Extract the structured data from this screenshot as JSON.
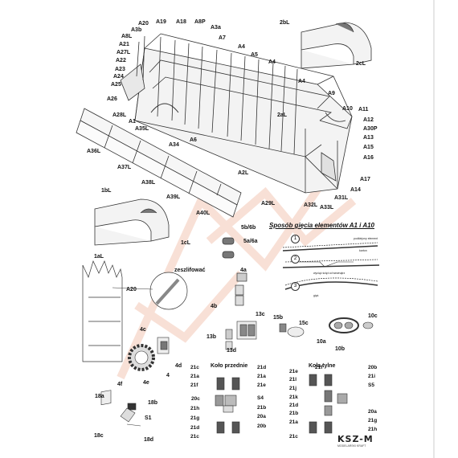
{
  "brand": {
    "logo_text": "KSZ-M",
    "logo_subtitle": "MODELARSKI KRAFT"
  },
  "colors": {
    "ink": "#333333",
    "watermark": "#f4c7b5",
    "paper": "#ffffff"
  },
  "bending_section": {
    "title": "Sposób gięcia elementów A1 i A10",
    "steps": [
      "1",
      "2",
      "3"
    ],
    "notes": {
      "bent_element": "podklejony element",
      "cardboard": "karton",
      "cut_note": "wyciąć ścięt od wewnątrz",
      "bend": "gięś"
    }
  },
  "bevel_label": "zeszlifować",
  "front_wheel_title": "Koło przednie",
  "rear_wheel_title": "Koła tylne",
  "labels": {
    "A20": "A20",
    "A19": "A19",
    "A18": "A18",
    "A8P": "A8P",
    "A3b": "A3b",
    "A8L": "A8L",
    "A3a": "A3a",
    "A21": "A21",
    "A7": "A7",
    "A27L": "A27L",
    "A22": "A22",
    "A4a": "A4",
    "A5": "A5",
    "A4b": "A4",
    "A23": "A23",
    "A24": "A24",
    "A25": "A25",
    "A4c": "A4",
    "A26": "A26",
    "A9": "A9",
    "A10": "A10",
    "A11": "A11",
    "A28L": "A28L",
    "A12": "A12",
    "A1": "A1",
    "A30P": "A30P",
    "A35L": "A35L",
    "A13": "A13",
    "A15": "A15",
    "A6": "A6",
    "A34": "A34",
    "A16": "A16",
    "A36L": "A36L",
    "A37L": "A37L",
    "A2L": "A2L",
    "A17": "A17",
    "A38L": "A38L",
    "A14": "A14",
    "A39L": "A39L",
    "A31L": "A31L",
    "A29L": "A29L",
    "A32L": "A32L",
    "A33L": "A33L",
    "A40L": "A40L",
    "p2bL": "2bL",
    "p2aL": "2aL",
    "p2cL": "2cL",
    "p1bL": "1bL",
    "p1aL": "1aL",
    "p1cL": "1cL",
    "p5b6b": "5b/6b",
    "p5a6a": "5a/6a",
    "p4a": "4a",
    "p4b": "4b",
    "p13c": "13c",
    "p13b": "13b",
    "p13d": "13d",
    "p15b": "15b",
    "p15c": "15c",
    "p10c": "10c",
    "p10a": "10a",
    "p10b": "10b",
    "A20b": "A20",
    "p4c": "4c",
    "p4d": "4d",
    "p4e": "4e",
    "p4": "4",
    "p4f": "4f",
    "p18a": "18a",
    "p18b": "18b",
    "p18c": "18c",
    "p18d": "18d",
    "pS1": "S1",
    "fw21c_top": "21c",
    "fw21a_tl": "21a",
    "fw21f": "21f",
    "fw21d_top": "21d",
    "fw21a_tr": "21a",
    "fw21e": "21e",
    "fw20c": "20c",
    "fw21h": "21h",
    "fw21b": "21b",
    "fw21g": "21g",
    "fwS4": "S4",
    "fw20a": "20a",
    "fw20b": "20b",
    "fw21d_bot": "21d",
    "fw21c_bot": "21c",
    "rw21e": "21e",
    "rw21f": "21f",
    "rw20b": "20b",
    "rw21l": "21l",
    "rw21i": "21i",
    "rw21j": "21j",
    "rwS5": "S5",
    "rw21k": "21k",
    "rw21d": "21d",
    "rw20a": "20a",
    "rw21b": "21b",
    "rw21g": "21g",
    "rw21a": "21a",
    "rw21h": "21h",
    "rw21c": "21c"
  }
}
